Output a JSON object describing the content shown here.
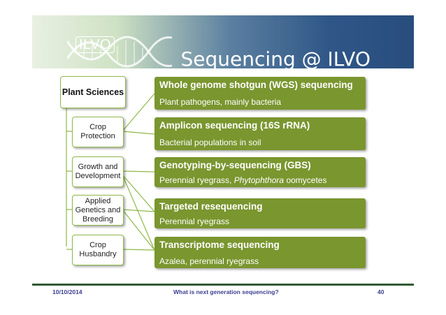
{
  "header": {
    "logo": "ILVO",
    "title": "Sequencing @ ILVO"
  },
  "hierarchy": {
    "root": "Plant Sciences",
    "children": [
      {
        "label": "Crop Protection"
      },
      {
        "label": "Growth and Development"
      },
      {
        "label": "Applied Genetics and Breeding"
      },
      {
        "label": "Crop Husbandry"
      }
    ]
  },
  "cards": [
    {
      "title": "Whole genome shotgun (WGS) sequencing",
      "subtitle": "Plant pathogens, mainly bacteria"
    },
    {
      "title": "Amplicon sequencing (16S rRNA)",
      "subtitle": "Bacterial populations in soil"
    },
    {
      "title": "Genotyping-by-sequencing (GBS)",
      "subtitle_a": "Perennial ryegrass, ",
      "subtitle_b": "Phytophthora",
      "subtitle_c": " oomycetes"
    },
    {
      "title": "Targeted resequencing",
      "subtitle": "Perennial ryegrass"
    },
    {
      "title": "Transcriptome sequencing",
      "subtitle": "Azalea, perennial ryegrass"
    }
  ],
  "footer": {
    "date": "10/10/2014",
    "topic": "What is next generation sequencing?",
    "page": "40"
  },
  "colors": {
    "card": "#7a962f",
    "banner_dark": "#284d7d",
    "box_border": "#8fb94a",
    "footer_text": "#3a3f8f"
  }
}
